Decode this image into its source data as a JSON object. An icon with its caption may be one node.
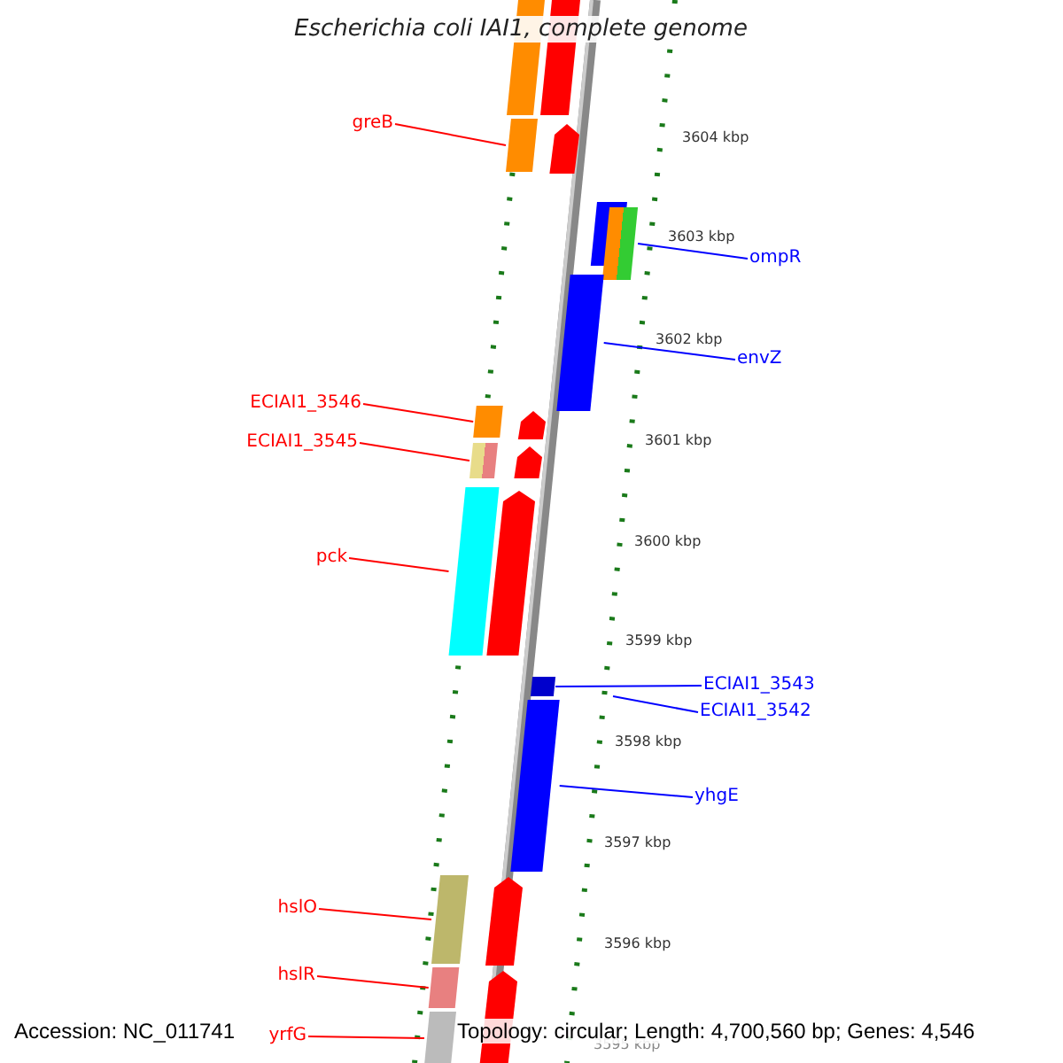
{
  "diagram": {
    "title": "Escherichia coli IAI1, complete genome",
    "nodes": [
      {
        "text": [
          "greB"
        ]
      },
      {
        "text": [
          "ompR"
        ]
      },
      {
        "text": [
          "envZ"
        ]
      },
      {
        "text": [
          "ECIAI1_3546"
        ]
      },
      {
        "text": [
          "ECIAI1_3545"
        ]
      },
      {
        "text": [
          "pck"
        ]
      },
      {
        "text": [
          "ECIAI1_3543"
        ]
      },
      {
        "text": [
          "ECIAI1_3542"
        ]
      },
      {
        "text": [
          "yhgE"
        ]
      },
      {
        "text": [
          "hslO"
        ]
      },
      {
        "text": [
          "hslR"
        ]
      },
      {
        "text": [
          "yrfG"
        ]
      },
      {
        "text": [],
        "shape": "bar"
      },
      {
        "text": [],
        "shape": "bar"
      },
      {
        "text": [],
        "shape": "bar"
      },
      {
        "text": [],
        "shape": "bar"
      },
      {
        "text": [],
        "shape": "bar"
      },
      {
        "text": [],
        "shape": "bar"
      },
      {
        "text": [],
        "shape": "bar"
      },
      {
        "text": [],
        "shape": "bar"
      },
      {
        "text": [],
        "shape": "bar"
      },
      {
        "text": [],
        "shape": "bar"
      },
      {
        "text": [],
        "shape": "bar"
      }
    ],
    "edges": [
      {
        "from": 0,
        "to": 12,
        "arrow": "none"
      },
      {
        "from": 1,
        "to": 13,
        "arrow": "none",
        "color": "#0000ff"
      },
      {
        "from": 2,
        "to": 14,
        "arrow": "none",
        "color": "#0000ff"
      },
      {
        "from": 3,
        "to": 15,
        "arrow": "none"
      },
      {
        "from": 4,
        "to": 16,
        "arrow": "none"
      },
      {
        "from": 5,
        "to": 17,
        "arrow": "none"
      },
      {
        "from": 6,
        "to": 18,
        "arrow": "none",
        "color": "#0000ff"
      },
      {
        "from": 7,
        "to": null,
        "arrow": "none",
        "color": "#0000ff"
      },
      {
        "from": 8,
        "to": 19,
        "arrow": "none",
        "color": "#0000ff"
      },
      {
        "from": 9,
        "to": 20,
        "arrow": "none"
      },
      {
        "from": 10,
        "to": 21,
        "arrow": "none"
      },
      {
        "from": 11,
        "to": 22,
        "arrow": "none"
      }
    ],
    "labels": [
      "3604 kbp",
      "3603 kbp",
      "3602 kbp",
      "3601 kbp",
      "3600 kbp",
      "3599 kbp",
      "3598 kbp",
      "3597 kbp",
      "3596 kbp",
      "3595 kbp",
      "Accession: NC_011741",
      "Topology: circular; Length: 4,700,560 bp; Genes: 4,546"
    ]
  }
}
